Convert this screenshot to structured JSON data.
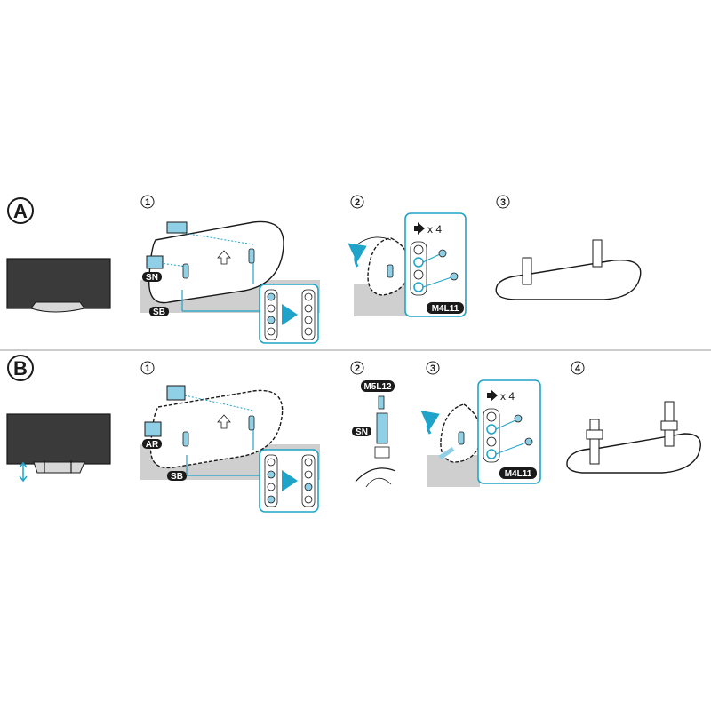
{
  "colors": {
    "accent": "#1fa3c8",
    "light_accent": "#8fd0e6",
    "ink": "#1a1a1a",
    "tv_screen": "#3a3a3a",
    "gray_block": "#cfcfcf",
    "divider": "#9a9a9a"
  },
  "sections": {
    "a": {
      "letter": "A",
      "steps": [
        "1",
        "2",
        "3"
      ]
    },
    "b": {
      "letter": "B",
      "steps": [
        "1",
        "2",
        "3",
        "4"
      ]
    }
  },
  "labels": {
    "sn": "SN",
    "sb": "SB",
    "ar": "AR",
    "m4l11": "M4L11",
    "m5l12": "M5L12",
    "screw_count": "x 4"
  }
}
